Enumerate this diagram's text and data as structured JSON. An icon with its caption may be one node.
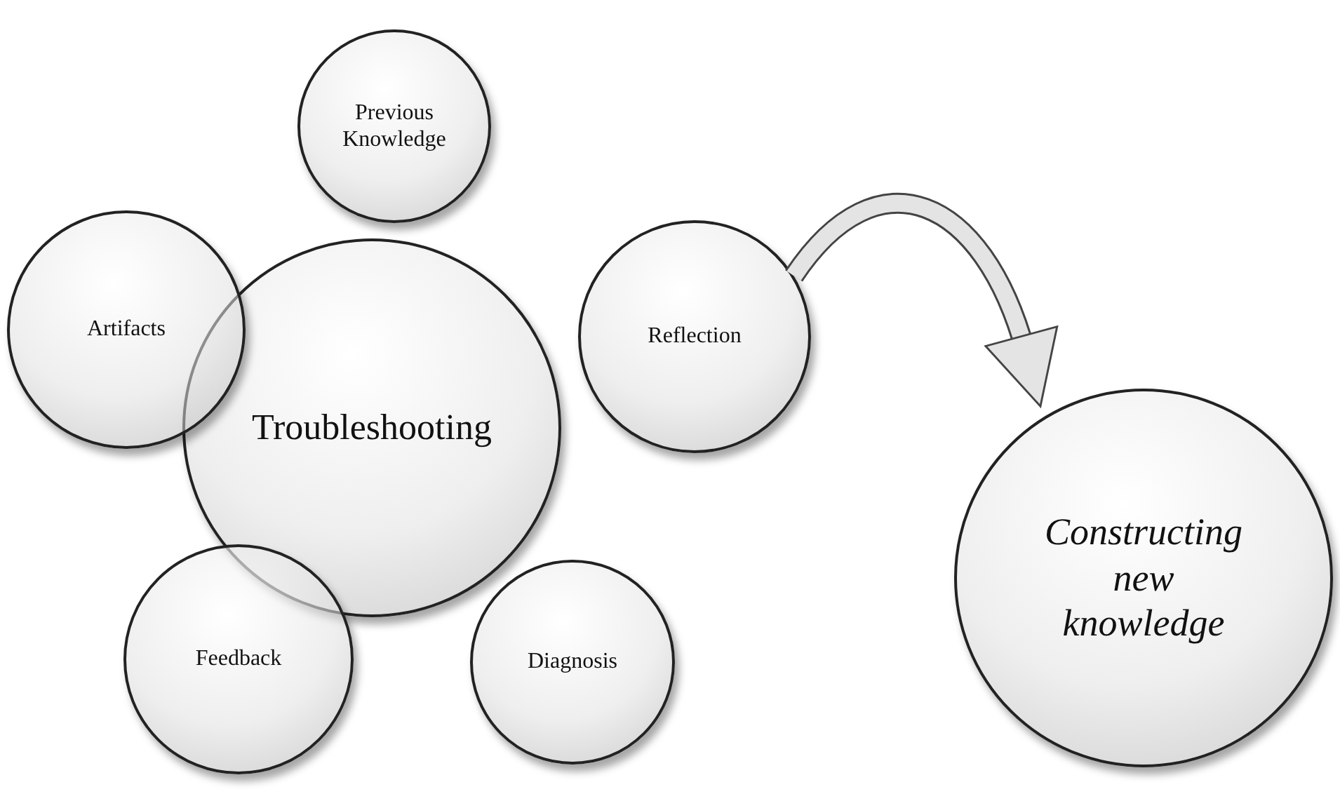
{
  "diagram": {
    "nodes": [
      {
        "text": [
          "Troubleshooting"
        ]
      },
      {
        "text": [
          "Previous Knowledge"
        ]
      },
      {
        "text": [
          "Artifacts"
        ]
      },
      {
        "text": [
          "Reflection"
        ]
      },
      {
        "text": [
          "Feedback"
        ]
      },
      {
        "text": [
          "Diagnosis"
        ]
      },
      {
        "text": [
          "Constructing new knowledge"
        ]
      }
    ],
    "edges": [
      {
        "from": 3,
        "to": 6,
        "arrow": "to"
      }
    ]
  }
}
